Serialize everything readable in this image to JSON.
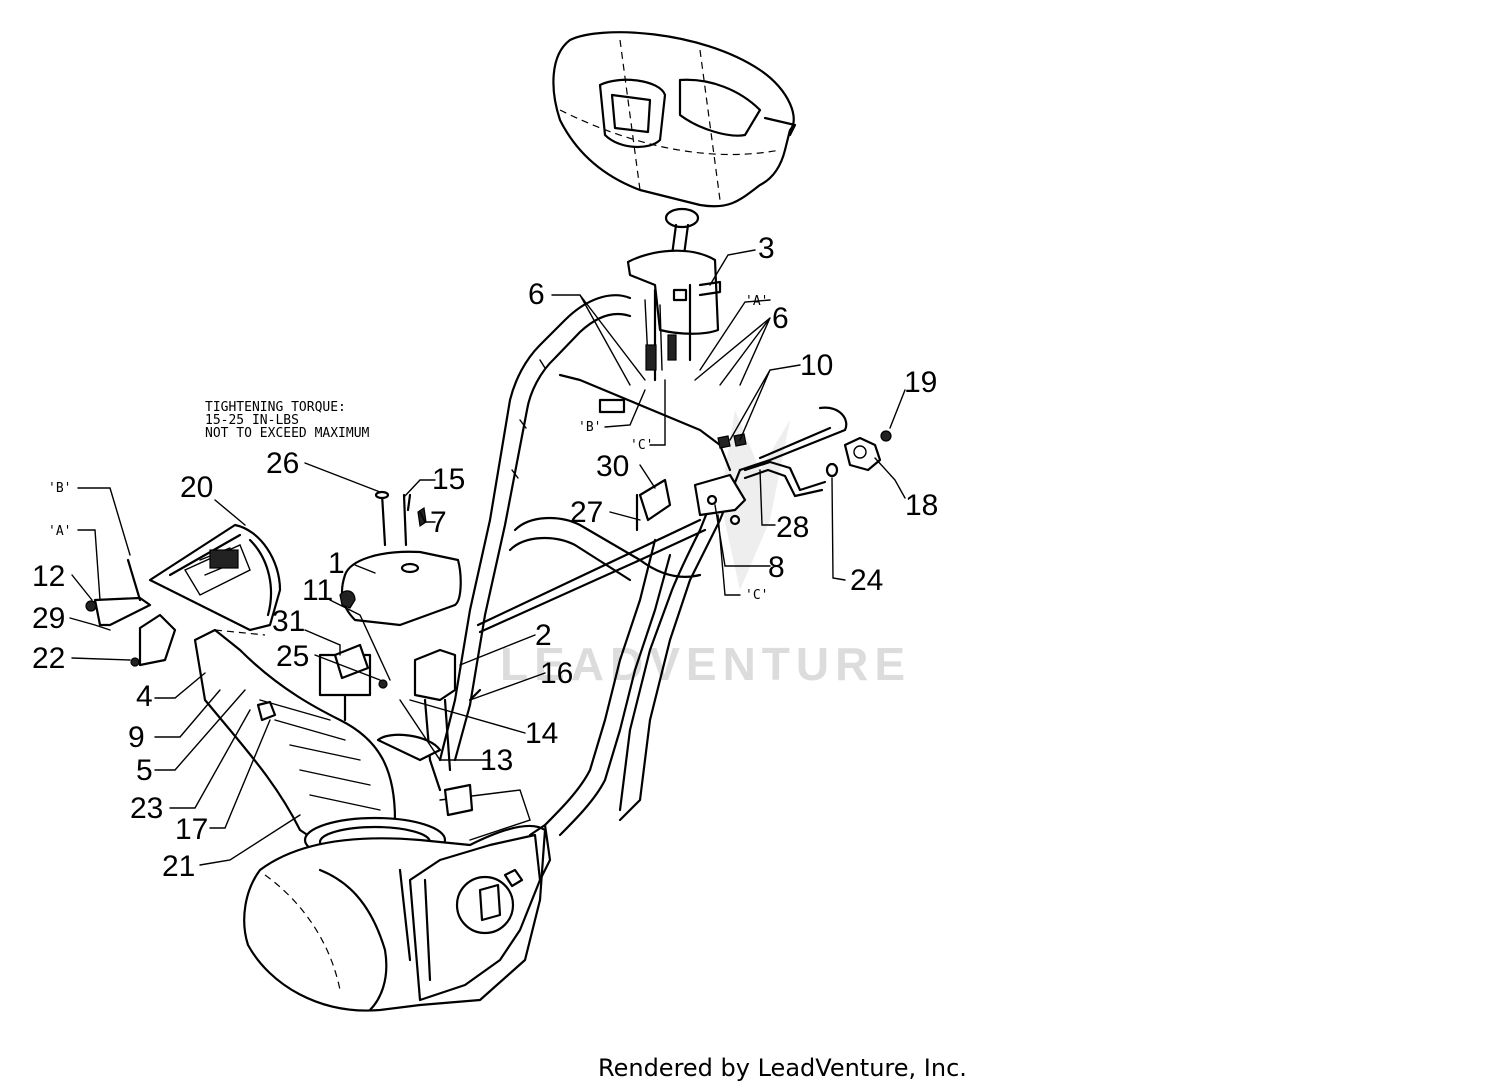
{
  "notes": {
    "torque_line1": "TIGHTENING TORQUE:",
    "torque_line2": "15-25 IN-LBS",
    "torque_line3": "NOT TO EXCEED MAXIMUM"
  },
  "watermark": "LEADVENTURE",
  "footer": "Rendered by LeadVenture, Inc.",
  "callouts": [
    "1",
    "2",
    "3",
    "4",
    "5",
    "6",
    "6",
    "7",
    "8",
    "9",
    "10",
    "11",
    "12",
    "13",
    "14",
    "15",
    "16",
    "17",
    "18",
    "19",
    "20",
    "21",
    "22",
    "23",
    "24",
    "25",
    "26",
    "27",
    "28",
    "29",
    "30",
    "31"
  ],
  "refs": [
    "'A'",
    "'A'",
    "'B'",
    "'B'",
    "'C'",
    "'C'"
  ]
}
